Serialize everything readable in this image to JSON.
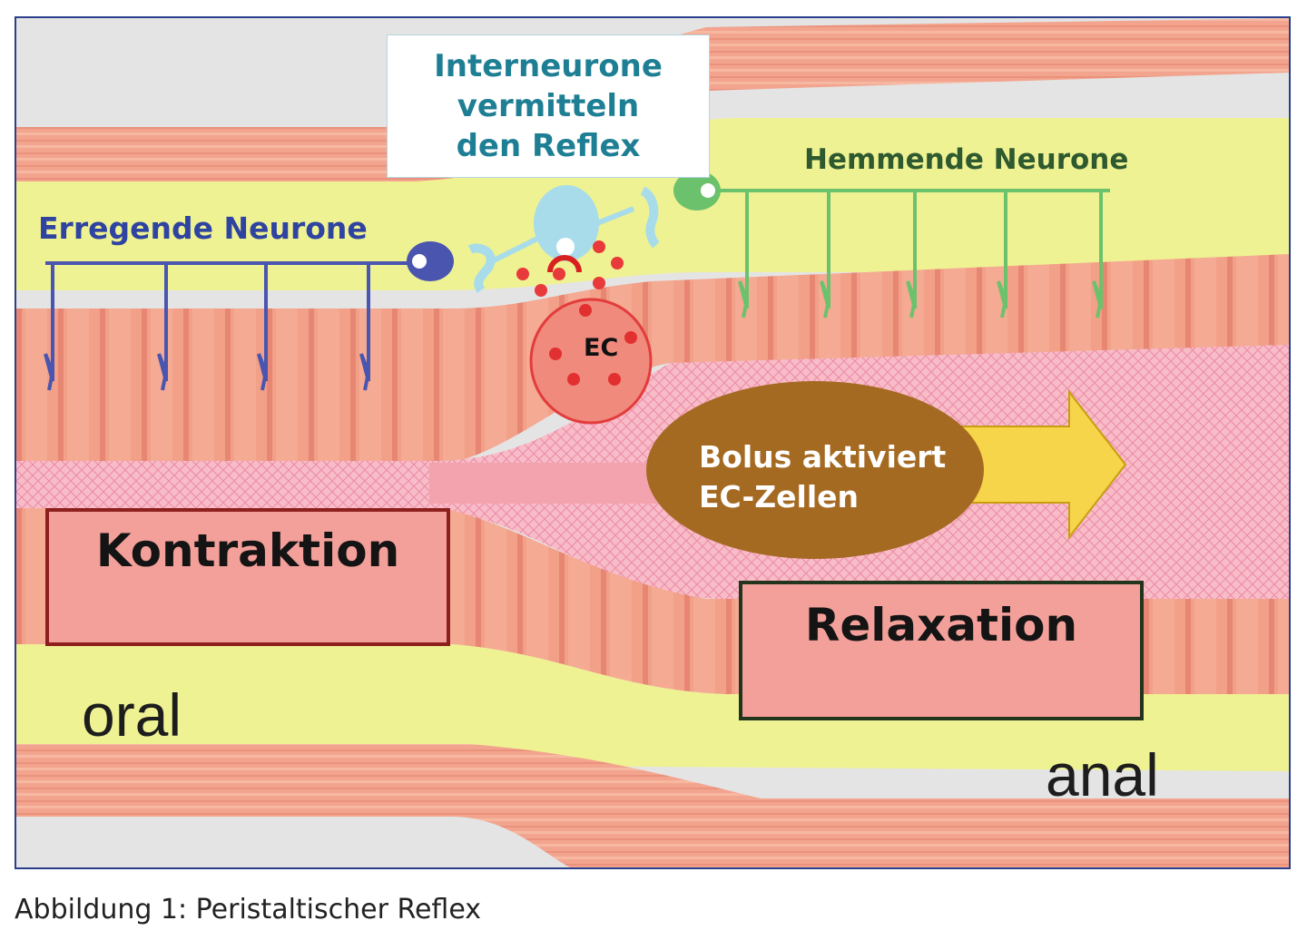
{
  "figure": {
    "interneuron_label": [
      "Interneurone",
      "vermitteln",
      "den Reflex"
    ],
    "excitatory_label": "Erregende Neurone",
    "inhibitory_label": "Hemmende Neurone",
    "contraction_label": "Kontraktion",
    "relaxation_label": "Relaxation",
    "oral_label": "oral",
    "anal_label": "anal",
    "bolus_label": [
      "Bolus aktiviert",
      "EC-Zellen"
    ],
    "ec_cell_label": "EC",
    "colors": {
      "muscle": "#f2a088",
      "mucosa_band": "#f0f090",
      "lumen": "#f7b3c0",
      "excitatory_neuron": "#4a55b0",
      "inhibitory_neuron": "#6cc26c",
      "interneuron": "#a8dcea",
      "bolus": "#a56a22",
      "arrow": "#f6d54a",
      "ec_cell": "#f08a7c",
      "frame": "#2b3f8c"
    }
  },
  "caption": "Abbildung 1: Peristaltischer Reflex"
}
